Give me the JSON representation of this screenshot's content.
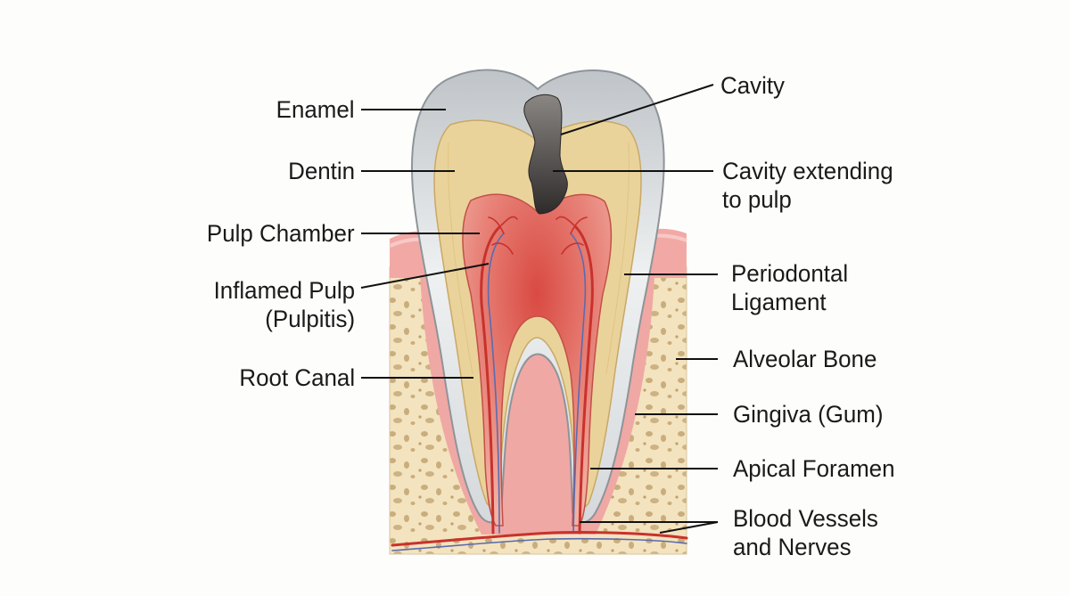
{
  "labels": {
    "enamel": "Enamel",
    "dentin": "Dentin",
    "pulp_chamber": "Pulp Chamber",
    "inflamed_pulp": [
      "Inflamed Pulp",
      "(Pulpitis)"
    ],
    "root_canal": "Root Canal",
    "cavity": "Cavity",
    "cavity_pulp": [
      "Cavity extending",
      "to pulp"
    ],
    "periodontal": [
      "Periodontal",
      "Ligament"
    ],
    "alveolar": "Alveolar Bone",
    "gingiva": "Gingiva (Gum)",
    "apical": "Apical Foramen",
    "vessels": [
      "Blood Vessels",
      "and Nerves"
    ]
  },
  "colors": {
    "enamel": "#d9dcdf",
    "dentin": "#ead39a",
    "pulp": "#e06a5e",
    "gum": "#f0a8a4",
    "bone": "#f2e2bd",
    "cavity": "#4a4644",
    "vessel_red": "#c8322c",
    "nerve_blue": "#5a6bb0"
  }
}
